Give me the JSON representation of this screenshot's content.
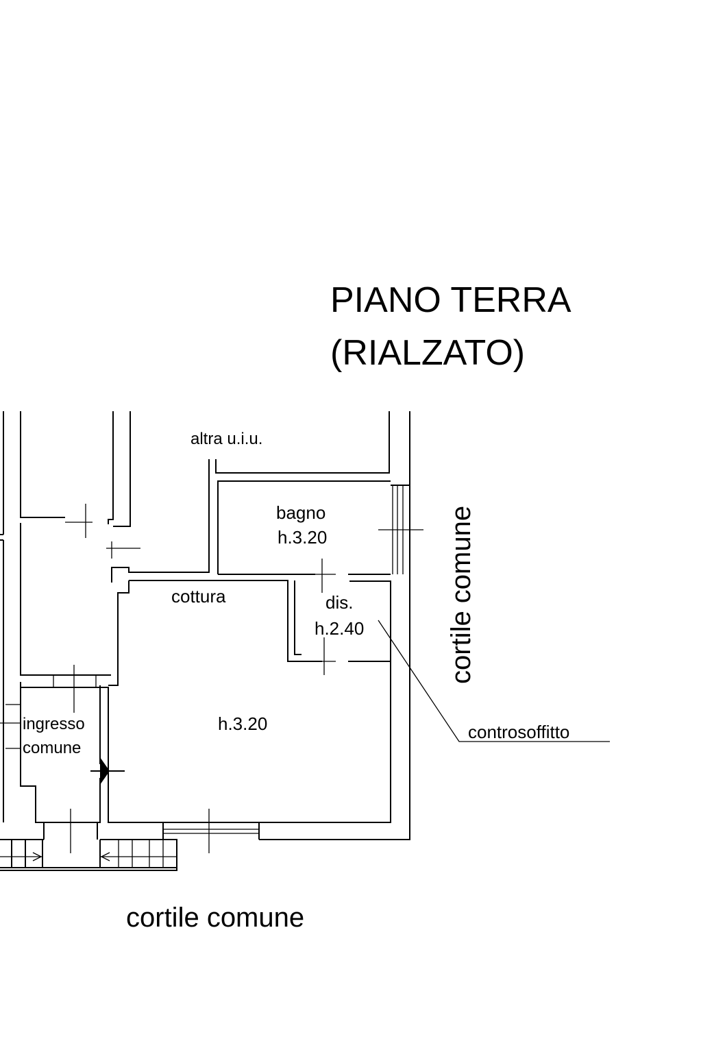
{
  "title": {
    "line1": "PIANO TERRA",
    "line2": "(RIALZATO)"
  },
  "labels": {
    "altra": "altra u.i.u.",
    "bagno": "bagno",
    "bagno_h": "h.3.20",
    "cottura": "cottura",
    "dis": "dis.",
    "dis_h": "h.2.40",
    "main_h": "h.3.20",
    "ingresso1": "ingresso",
    "ingresso2": "comune",
    "controsoffitto": "controsoffitto",
    "cortile_right": "cortile comune",
    "cortile_bottom": "cortile comune"
  },
  "colors": {
    "ink": "#000000",
    "paper": "#ffffff"
  }
}
